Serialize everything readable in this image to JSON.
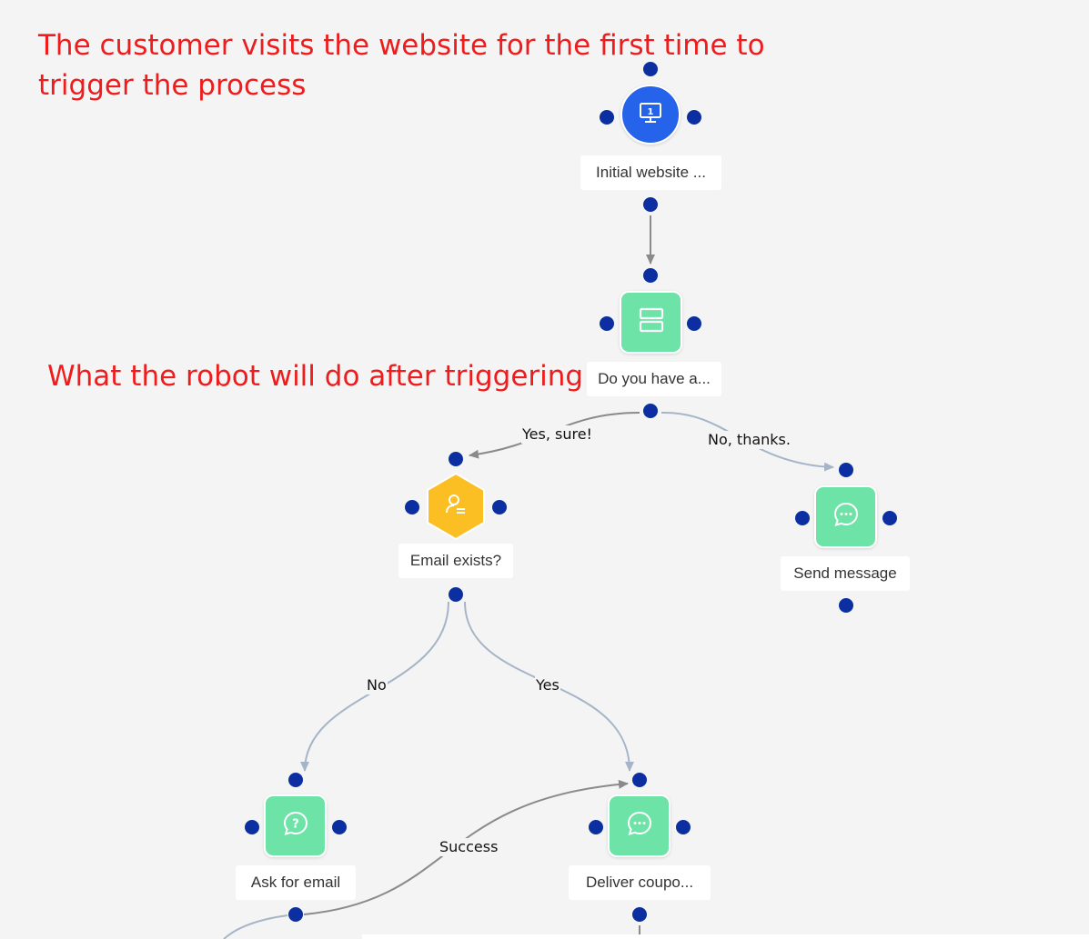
{
  "annotations": {
    "trigger_note": "The customer visits the website for the first time to\ntrigger the process",
    "robot_note": "What the robot will do after triggering"
  },
  "nodes": {
    "initial": {
      "label": "Initial website ...",
      "icon": "monitor-icon",
      "icon_text": "1",
      "color": "#2563eb"
    },
    "question": {
      "label": "Do you have a...",
      "icon": "form-icon",
      "color": "#6ee3a7"
    },
    "email_exists": {
      "label": "Email exists?",
      "icon": "user-check-icon",
      "color": "#fbbf24"
    },
    "send_message": {
      "label": "Send message",
      "icon": "message-icon",
      "color": "#6ee3a7"
    },
    "ask_email": {
      "label": "Ask for email",
      "icon": "question-icon",
      "color": "#6ee3a7"
    },
    "deliver_coupon": {
      "label": "Deliver coupo...",
      "icon": "message-icon",
      "color": "#6ee3a7"
    }
  },
  "edges": {
    "yes_sure": "Yes, sure!",
    "no_thanks": "No, thanks.",
    "no": "No",
    "yes": "Yes",
    "success": "Success"
  },
  "colors": {
    "port": "#0b2fa0",
    "edge_gray": "#8a8a8a",
    "edge_blue": "#a6b4c8",
    "annotation": "#ee1c1c"
  }
}
